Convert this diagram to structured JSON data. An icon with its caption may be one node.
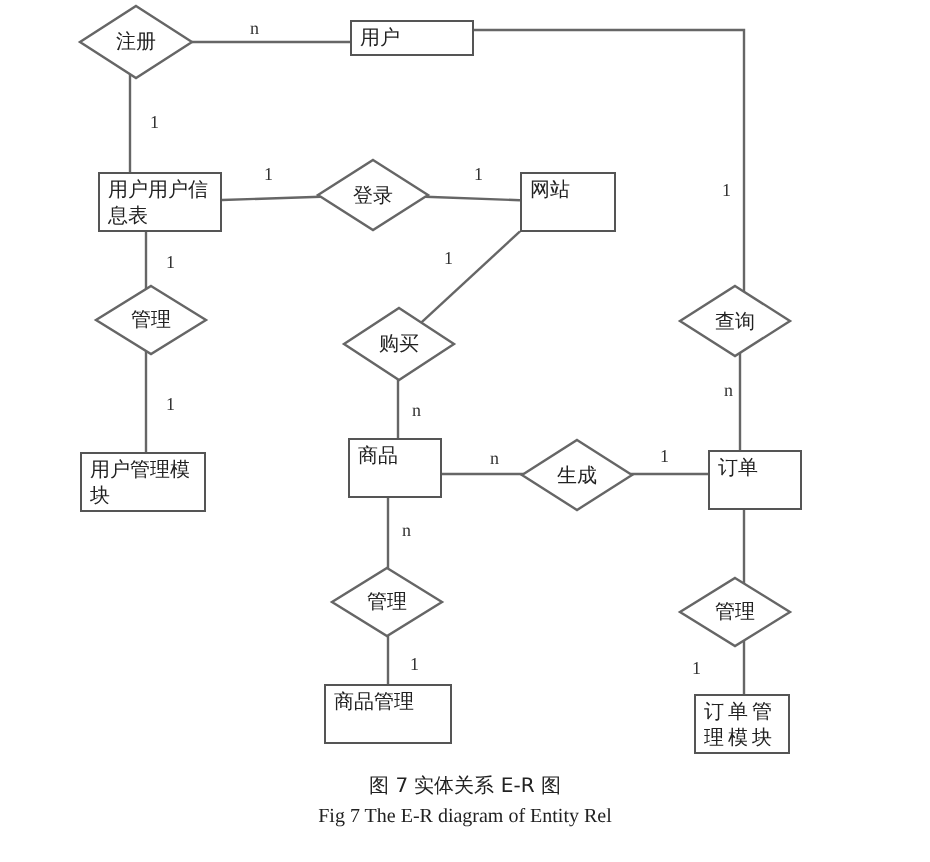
{
  "diagram": {
    "caption": "图 7 实体关系 E-R 图",
    "nodes": [
      {
        "text": [
          "注册"
        ]
      },
      {
        "text": [
          "用户"
        ]
      },
      {
        "text": [
          "用户用户信息表"
        ]
      },
      {
        "text": [
          "登录"
        ]
      },
      {
        "text": [
          "网站"
        ]
      },
      {
        "text": [
          "管理"
        ]
      },
      {
        "text": [
          "购买"
        ]
      },
      {
        "text": [
          "用户管理模块"
        ]
      },
      {
        "text": [
          "查询"
        ]
      },
      {
        "text": [
          "商品"
        ]
      },
      {
        "text": [
          "生成"
        ]
      },
      {
        "text": [
          "订单"
        ]
      },
      {
        "text": [
          "管理"
        ]
      },
      {
        "text": [
          "管理"
        ]
      },
      {
        "text": [
          "商品管理"
        ]
      },
      {
        "text": [
          "订单管理模块"
        ]
      }
    ],
    "edges": [
      {
        "from": 0,
        "to": 1,
        "arrow": "none",
        "label": "n"
      },
      {
        "from": 0,
        "to": 2,
        "arrow": "none",
        "label": "1"
      },
      {
        "from": 1,
        "to": 8,
        "arrow": "none",
        "label": "1"
      },
      {
        "from": 2,
        "to": 3,
        "arrow": "none",
        "label": "1"
      },
      {
        "from": 3,
        "to": 4,
        "arrow": "none",
        "label": "1"
      },
      {
        "from": 2,
        "to": 5,
        "arrow": "none",
        "label": "1"
      },
      {
        "from": 5,
        "to": 7,
        "arrow": "none",
        "label": "1"
      },
      {
        "from": 4,
        "to": 6,
        "arrow": "none",
        "label": "1"
      },
      {
        "from": 6,
        "to": 9,
        "arrow": "none",
        "label": "n"
      },
      {
        "from": 8,
        "to": 11,
        "arrow": "none",
        "label": "n"
      },
      {
        "from": 9,
        "to": 10,
        "arrow": "none",
        "label": "n"
      },
      {
        "from": 10,
        "to": 11,
        "arrow": "none",
        "label": "1"
      },
      {
        "from": 9,
        "to": 12,
        "arrow": "none",
        "label": "n"
      },
      {
        "from": 12,
        "to": 14,
        "arrow": "none",
        "label": "1"
      },
      {
        "from": 11,
        "to": 13,
        "arrow": "none"
      },
      {
        "from": 13,
        "to": 15,
        "arrow": "none",
        "label": "1"
      }
    ],
    "labels": [
      "Fig 7 The E-R diagram of Entity Rel"
    ]
  }
}
